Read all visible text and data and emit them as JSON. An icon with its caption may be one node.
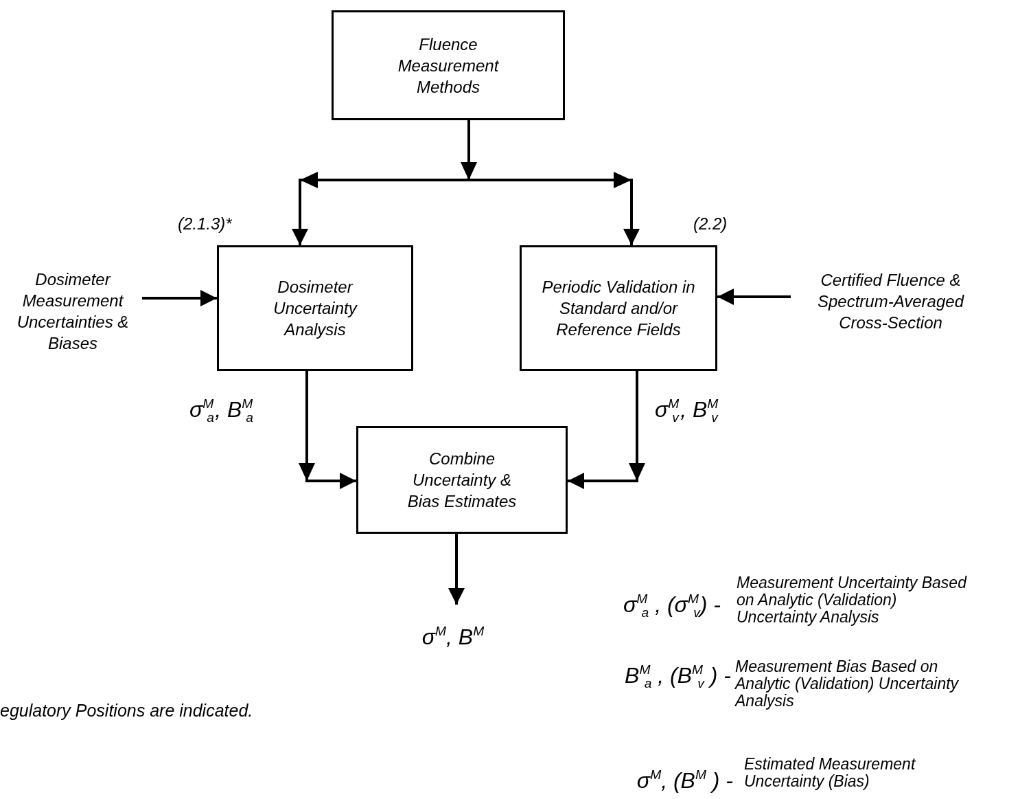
{
  "diagram": {
    "nodes": [
      {
        "text": [
          "Fluence Measurement Methods"
        ]
      },
      {
        "text": [
          "Dosimeter Uncertainty Analysis"
        ],
        "beside": [
          "(2.1.3)*"
        ]
      },
      {
        "text": [
          "Periodic Validation in Standard and/or Reference Fields"
        ],
        "beside": [
          "(2.2)"
        ]
      },
      {
        "text": [
          "Combine Uncertainty & Bias Estimates"
        ]
      },
      {
        "text": [
          "Dosimeter Measurement Uncertainties & Biases"
        ]
      },
      {
        "text": [
          "Certified Fluence & Spectrum-Averaged Cross-Section"
        ]
      },
      {
        "text": [
          "σ$^{M}$, B$^{M}$"
        ]
      }
    ],
    "edges": [
      {
        "from": 0,
        "to": 1,
        "arrow": "to"
      },
      {
        "from": 0,
        "to": 2,
        "arrow": "to"
      },
      {
        "from": 4,
        "to": 1,
        "arrow": "to"
      },
      {
        "from": 1,
        "to": 3,
        "arrow": "to",
        "label": "σ$^{M}$$_{a}$, B$^{M}$$_{a}$"
      },
      {
        "from": 2,
        "to": 3,
        "arrow": "to",
        "label": "σ$^{M}$$_{v}$, B$^{M}$$_{v}$"
      },
      {
        "from": 5,
        "to": 2,
        "arrow": "to"
      },
      {
        "from": 3,
        "to": 6,
        "arrow": "to"
      }
    ],
    "labels": [
      "σ$^{M}$$_{a}$ , (σ$^{M}$$_{v}$) -",
      "Measurement Uncertainty Based on Analytic (Validation) Uncertainty Analysis",
      "B$^{M}$$_{a}$ , (B$^{M}$$_{v}$ ) -",
      "Measurement Bias Based on Analytic (Validation) Uncertainty Analysis",
      "egulatory Positions are indicated.",
      "σ$^{M}$, (B$^{M}$ ) -",
      "Estimated Measurement Uncertainty (Bias)"
    ]
  }
}
